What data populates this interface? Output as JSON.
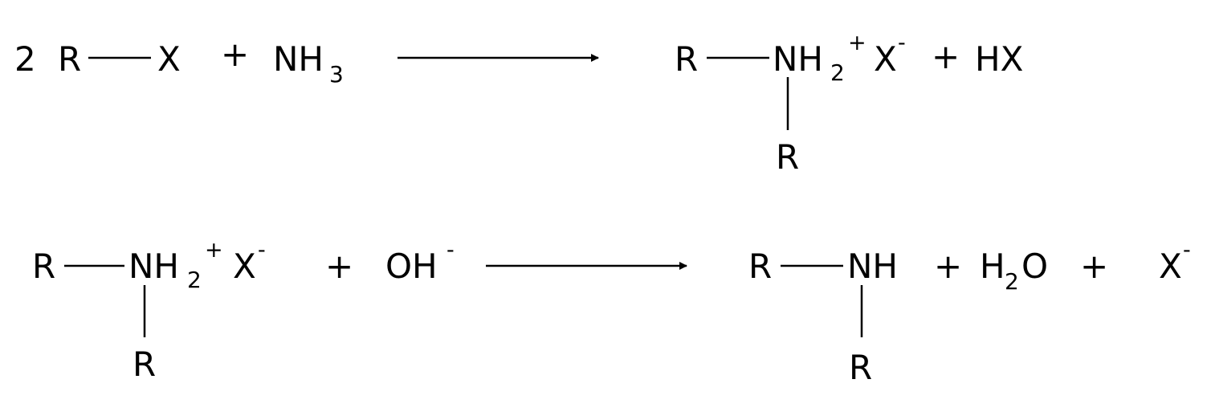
{
  "reaction_1": {
    "coefficient": "2",
    "reactant_r_group": "R",
    "reactant_halide": "X",
    "plus_1": "+",
    "ammonia_n": "NH",
    "ammonia_sub": "3",
    "product_r_group": "R",
    "product_amine": "NH",
    "product_amine_sub": "2",
    "product_charge_plus": "+",
    "product_counterion": "X",
    "product_counterion_charge": "-",
    "plus_2": "+",
    "byproduct": "HX",
    "pendant_r_group": "R"
  },
  "reaction_2": {
    "reactant_r_group": "R",
    "reactant_amine": "NH",
    "reactant_amine_sub": "2",
    "reactant_charge_plus": "+",
    "reactant_counterion": "X",
    "reactant_counterion_charge": "-",
    "plus_1": "+",
    "hydroxide": "OH",
    "hydroxide_charge": "-",
    "product_r_group": "R",
    "product_amine": "NH",
    "plus_2": "+",
    "water_h": "H",
    "water_sub": "2",
    "water_o": "O",
    "plus_3": "+",
    "halide_ion": "X",
    "halide_ion_charge": "-",
    "reactant_pendant_r_group": "R",
    "product_pendant_r_group": "R"
  },
  "colors": {
    "ink": "#000000",
    "background": "#ffffff"
  }
}
